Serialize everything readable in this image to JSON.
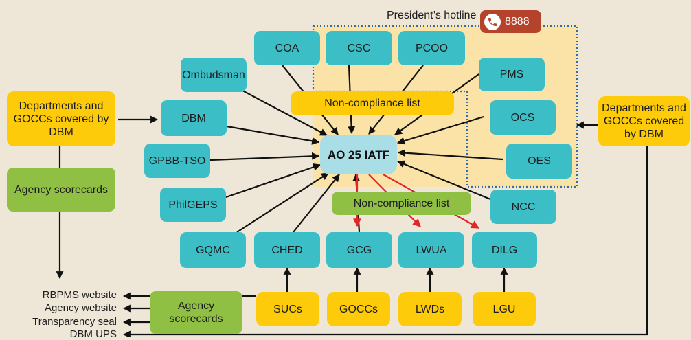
{
  "hotline": {
    "label": "President’s hotline",
    "number": "8888"
  },
  "center": "AO 25 IATF",
  "noncompliance_top": "Non-compliance list",
  "noncompliance_bottom": "Non-compliance list",
  "left_departments": "Departments and GOCCs covered by  DBM",
  "right_departments": "Departments and GOCCs covered by  DBM",
  "left_scorecards": "Agency scorecards",
  "bottom_scorecards": "Agency scorecards",
  "top_row": [
    "COA",
    "CSC",
    "PCOO"
  ],
  "ombudsman": "Ombudsman",
  "left_column": [
    "DBM",
    "GPBB-TSO",
    "PhilGEPS"
  ],
  "right_column": [
    "PMS",
    "OCS",
    "OES",
    "NCC"
  ],
  "bottom_row": [
    "GQMC",
    "CHED",
    "GCG",
    "LWUA",
    "DILG"
  ],
  "implementing": [
    "SUCs",
    "GOCCs",
    "LWDs",
    "LGU"
  ],
  "outputs": [
    "RBPMS website",
    "Agency website",
    "Transparency seal",
    "DBM UPS"
  ],
  "colors": {
    "teal": "#3cbec6",
    "yellow": "#fdcb0a",
    "green": "#8fc044",
    "center": "#a9dee6",
    "hotline": "#b5432b",
    "red_arrow": "#e0262b",
    "background": "#eee6d6",
    "zone": "#fbe3a8"
  },
  "icons": {
    "hotline": "phone-icon"
  }
}
